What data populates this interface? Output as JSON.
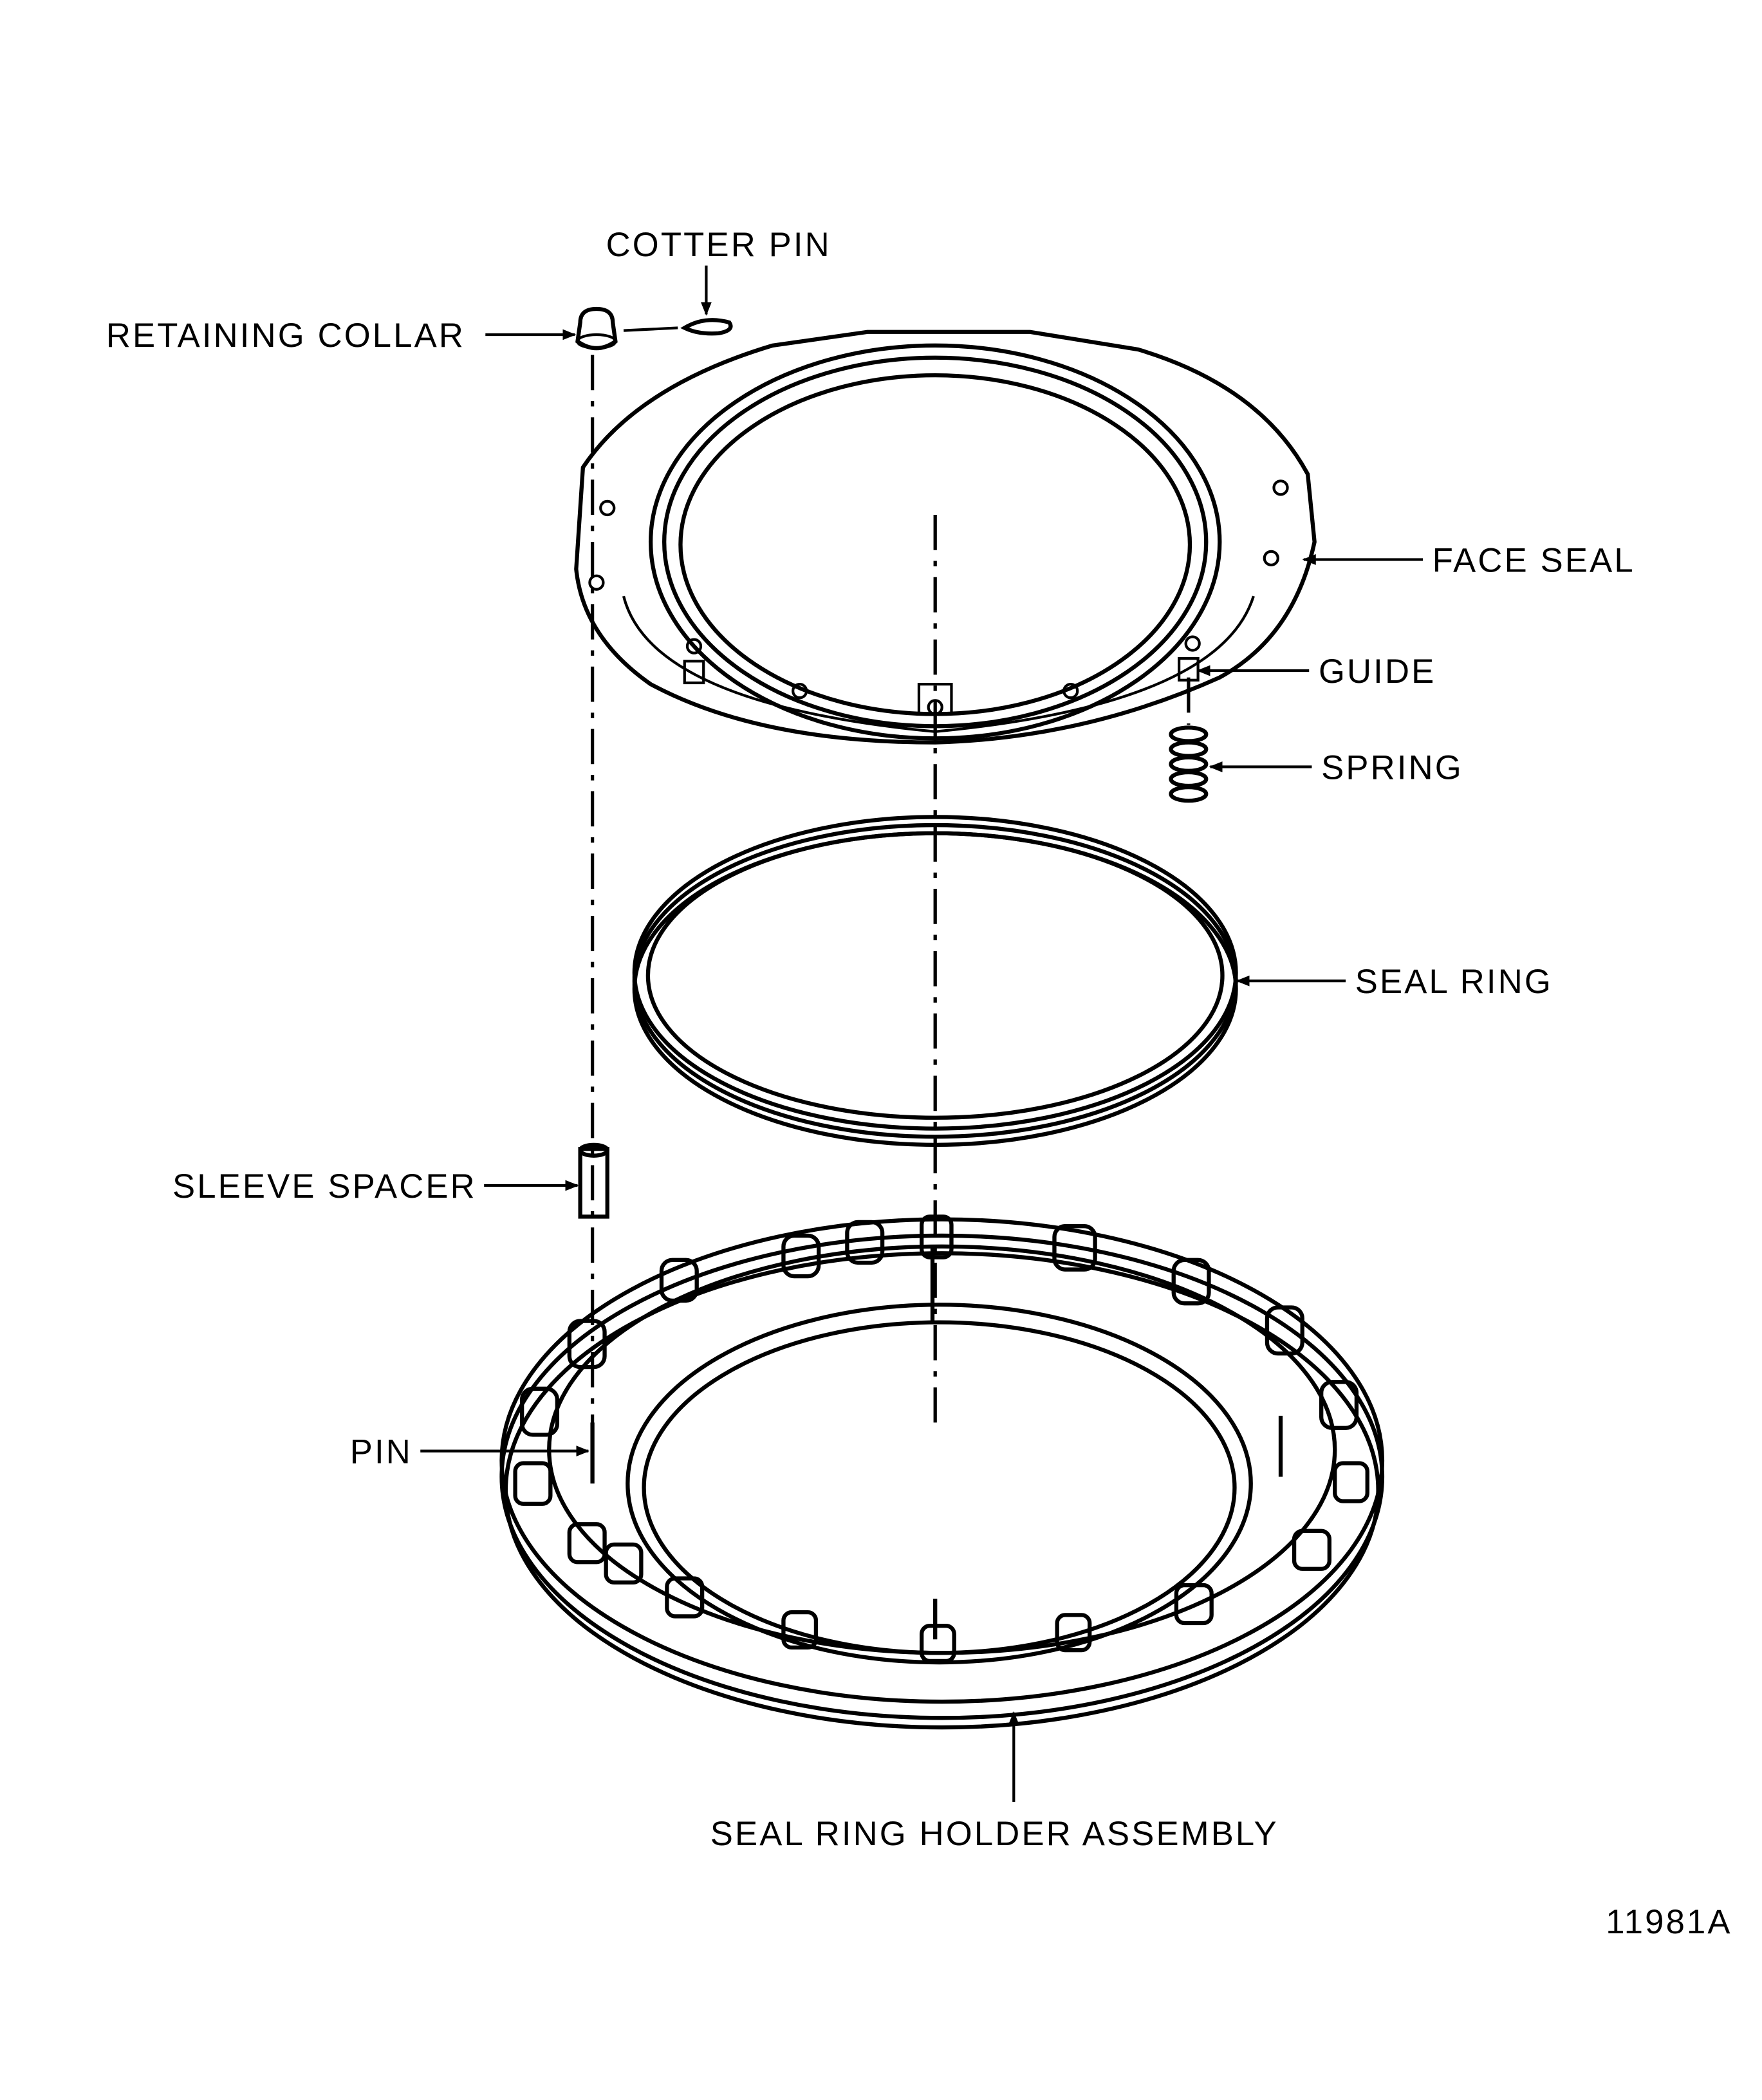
{
  "figure_id": "11981A",
  "labels": {
    "cotter_pin": "COTTER PIN",
    "retaining_collar": "RETAINING COLLAR",
    "face_seal": "FACE SEAL",
    "guide": "GUIDE",
    "spring": "SPRING",
    "seal_ring": "SEAL RING",
    "sleeve_spacer": "SLEEVE SPACER",
    "pin": "PIN",
    "seal_ring_holder_assembly": "SEAL RING HOLDER ASSEMBLY"
  },
  "colors": {
    "ink": "#000000",
    "background": "#ffffff"
  }
}
